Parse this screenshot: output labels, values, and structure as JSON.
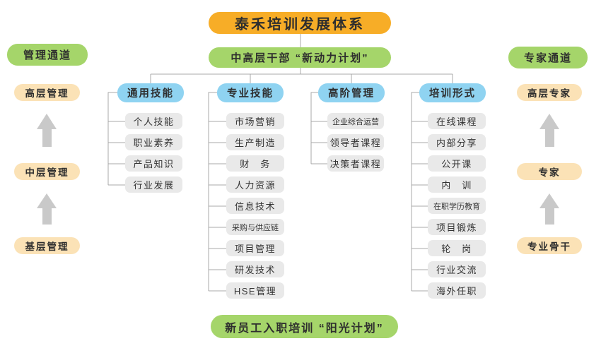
{
  "title": "泰禾培训发展体系",
  "top_banner": "中高层干部 “新动力计划”",
  "bottom_banner": "新员工入职培训 “阳光计划”",
  "left_channel": {
    "header": "管理通道",
    "levels": [
      "高层管理",
      "中层管理",
      "基层管理"
    ]
  },
  "right_channel": {
    "header": "专家通道",
    "levels": [
      "高层专家",
      "专家",
      "专业骨干"
    ]
  },
  "columns": [
    {
      "header": "通用技能",
      "items": [
        "个人技能",
        "职业素养",
        "产品知识",
        "行业发展"
      ]
    },
    {
      "header": "专业技能",
      "items": [
        "市场营销",
        "生产制造",
        "财　务",
        "人力资源",
        "信息技术",
        "采购与供应链",
        "项目管理",
        "研发技术",
        "HSE管理"
      ]
    },
    {
      "header": "高阶管理",
      "items": [
        "企业综合运营",
        "领导者课程",
        "决策者课程"
      ]
    },
    {
      "header": "培训形式",
      "items": [
        "在线课程",
        "内部分享",
        "公开课",
        "内　训",
        "在职学历教育",
        "项目锻炼",
        "轮　岗",
        "行业交流",
        "海外任职"
      ]
    }
  ],
  "icons": {
    "up_arrow": "up-arrow-icon"
  },
  "colors": {
    "orange": "#F7AD27",
    "green": "#A5D56A",
    "blue": "#8FD3F1",
    "tan": "#FBE2B6",
    "item_gray": "#E9E9E9",
    "line": "#A9A9A9",
    "arrow": "#C9C9C9"
  }
}
